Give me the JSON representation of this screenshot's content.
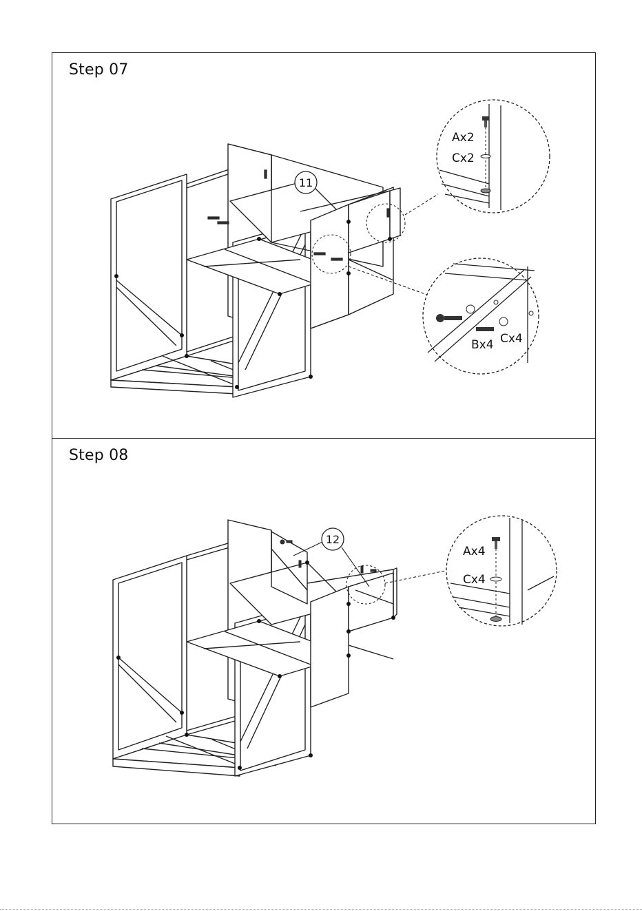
{
  "steps": [
    {
      "title": "Step 07",
      "part_number": "11",
      "callouts": {
        "top": [
          "Ax2",
          "Cx2"
        ],
        "bottom": [
          "Bx4",
          "Cx4"
        ]
      }
    },
    {
      "title": "Step 08",
      "part_number": "12",
      "callouts": {
        "top": [
          "Ax4",
          "Cx4"
        ]
      }
    }
  ]
}
